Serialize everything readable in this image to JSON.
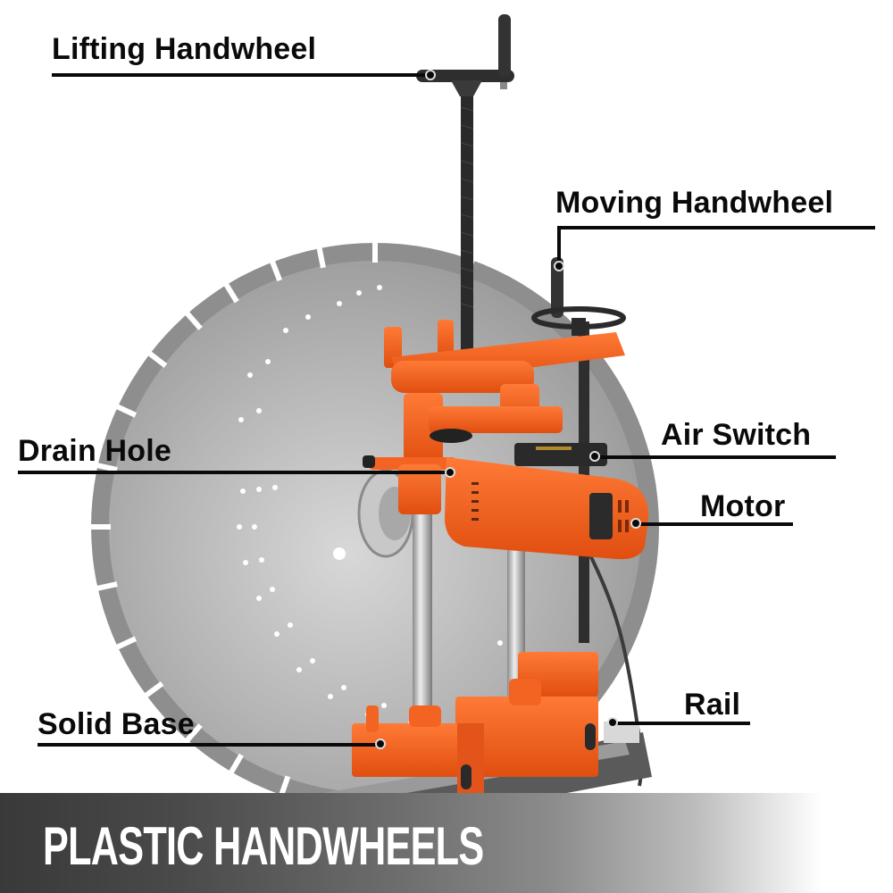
{
  "labels": {
    "lifting_handwheel": "Lifting Handwheel",
    "moving_handwheel": "Moving Handwheel",
    "drain_hole": "Drain Hole",
    "air_switch": "Air Switch",
    "motor": "Motor",
    "solid_base": "Solid Base",
    "rail": "Rail"
  },
  "banner": {
    "title": "PLASTIC HANDWHEELS"
  },
  "colors": {
    "machine_orange": "#f05a1a",
    "blade_silver": "#a9a9a9",
    "label_black": "#0a0a0a",
    "banner_dark": "#3a3939"
  }
}
